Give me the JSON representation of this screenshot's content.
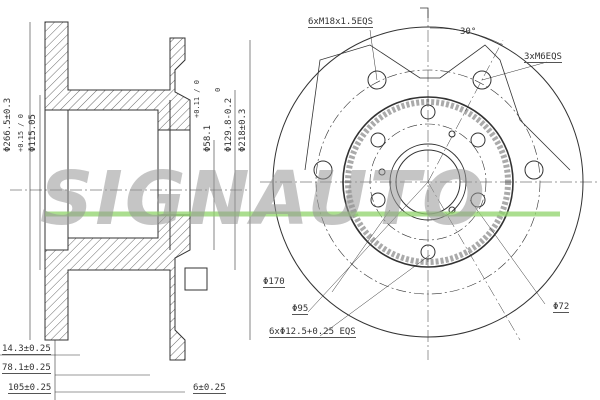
{
  "drawing": {
    "side_view_dimensions": {
      "outer_diameter": "Φ266.5±0.3",
      "bore_diameter": "Φ115.05",
      "bore_tolerance": "+0.15 / 0",
      "center_hole": "Φ58.1",
      "center_hole_tolerance": "+0.11 / 0",
      "hub_diameter": "Φ129.8-0.2",
      "hub_tolerance_upper": "0",
      "face_diameter": "Φ218±0.3",
      "thickness_14": "14.3±0.25",
      "depth_78": "78.1±0.25",
      "height_105": "105±0.25",
      "min_thickness": "6±0.25"
    },
    "front_view_dimensions": {
      "stud_threads": "6xM18x1.5EQS",
      "angle": "30°",
      "screw_holes": "3xM6EQS",
      "pcd_170": "Φ170",
      "pcd_95": "Φ95",
      "bolt_holes": "6xΦ12.5+0.25 EQS",
      "center_72": "Φ72"
    }
  },
  "watermark": {
    "text": "SIGNAUTO",
    "color": "#969696",
    "accent_color": "#8fd46a"
  }
}
